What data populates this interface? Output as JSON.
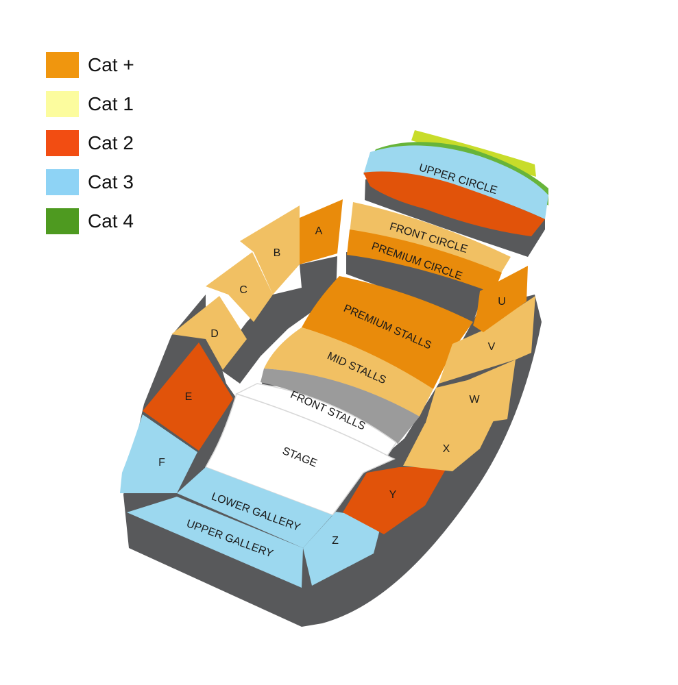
{
  "legend": [
    {
      "label": "Cat +",
      "color": "#F0960E"
    },
    {
      "label": "Cat 1",
      "color": "#FCFC9E"
    },
    {
      "label": "Cat 2",
      "color": "#F24D12"
    },
    {
      "label": "Cat 3",
      "color": "#8ED3F5"
    },
    {
      "label": "Cat 4",
      "color": "#4E9A20"
    }
  ],
  "sections": {
    "upper_circle": "UPPER CIRCLE",
    "front_circle": "FRONT CIRCLE",
    "premium_circle": "PREMIUM CIRCLE",
    "premium_stalls": "PREMIUM STALLS",
    "mid_stalls": "MID STALLS",
    "front_stalls": "FRONT STALLS",
    "stage": "STAGE",
    "lower_gallery": "LOWER GALLERY",
    "upper_gallery": "UPPER GALLERY",
    "box_a": "A",
    "box_b": "B",
    "box_c": "C",
    "box_d": "D",
    "box_e": "E",
    "box_f": "F",
    "box_u": "U",
    "box_v": "V",
    "box_w": "W",
    "box_x": "X",
    "box_y": "Y",
    "box_z": "Z"
  },
  "palette": {
    "shadow": "#58595B",
    "tan": "#F1C063",
    "orange": "#E98B0B",
    "red": "#E1530A",
    "blue": "#9CD8EF",
    "lime": "#C8DC2A",
    "green": "#67B43A",
    "stage": "#FFFFFF",
    "stage_edge": "#D8D8D8"
  }
}
